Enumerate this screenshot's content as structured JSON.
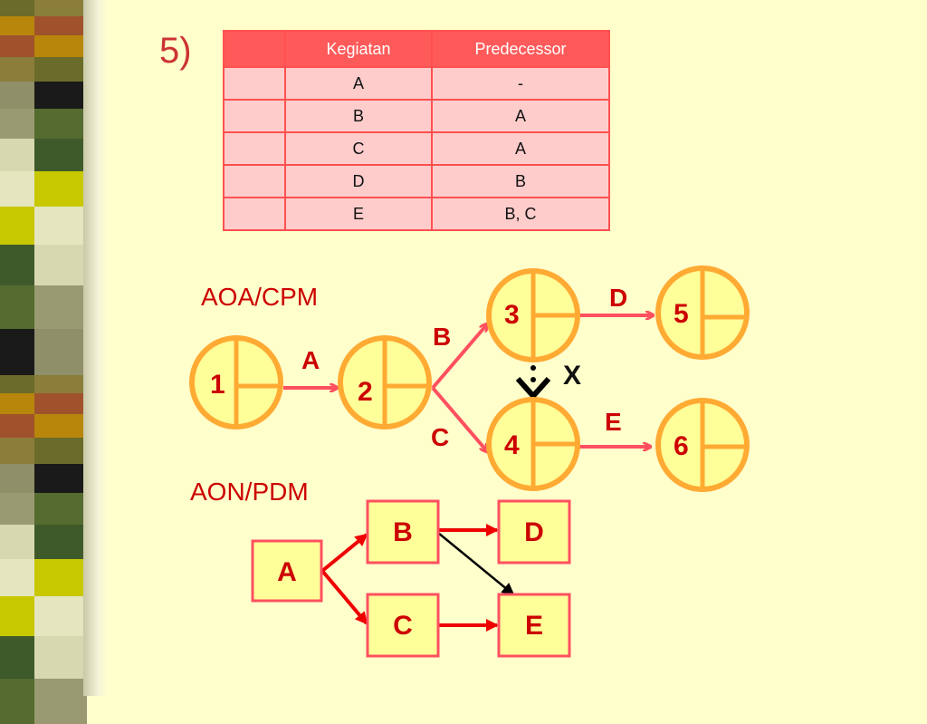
{
  "slide_number": "5)",
  "table": {
    "headers": [
      "",
      "Kegiatan",
      "Predecessor"
    ],
    "rows": [
      [
        "",
        "A",
        "-"
      ],
      [
        "",
        "B",
        "A"
      ],
      [
        "",
        "C",
        "A"
      ],
      [
        "",
        "D",
        "B"
      ],
      [
        "",
        "E",
        "B, C"
      ]
    ]
  },
  "aoa": {
    "title": "AOA/CPM",
    "nodes": [
      "1",
      "2",
      "3",
      "4",
      "5",
      "6"
    ],
    "activities": [
      "A",
      "B",
      "C",
      "D",
      "E"
    ],
    "dummy_label": "X"
  },
  "aon": {
    "title": "AON/PDM",
    "nodes": [
      "A",
      "B",
      "C",
      "D",
      "E"
    ]
  },
  "colors": {
    "background": "#FFFFCC",
    "accent_red": "#CC0000",
    "node_orange": "#FFAA33",
    "arrow_pink": "#FF5060",
    "table_header": "#FF5A5A",
    "table_body": "#FFCCCC"
  }
}
